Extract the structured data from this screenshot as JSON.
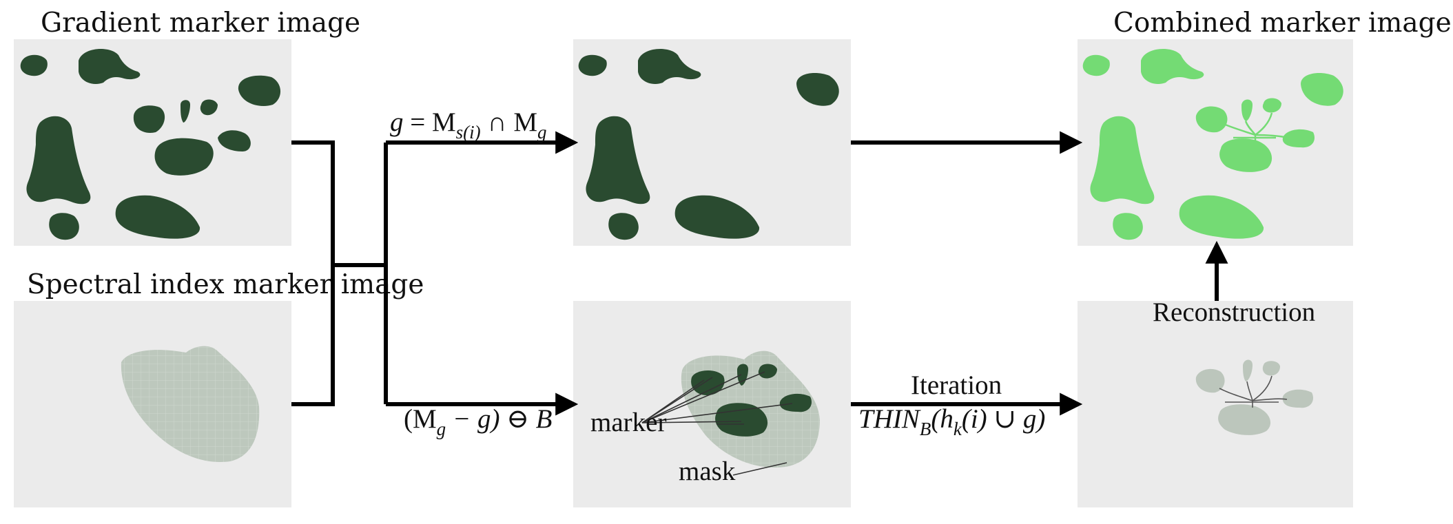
{
  "titles": {
    "gradient": "Gradient marker image",
    "spectral": "Spectral index marker image",
    "combined": "Combined marker image"
  },
  "labels": {
    "intersection": {
      "g": "g",
      "eq": " = M",
      "s_sub": "s(i)",
      "cap": " ∩ M",
      "g_sub": "g"
    },
    "erosion": {
      "open": "(M",
      "g_sub": "g",
      "rest": " − g) ⊖ B"
    },
    "iteration": "Iteration",
    "thin": {
      "name": "THIN",
      "b_sub": "B",
      "open": "(h",
      "k_sub": "k",
      "rest": "(i) ∪ g)"
    },
    "reconstruction": "Reconstruction",
    "marker": "marker",
    "mask": "mask"
  },
  "colors": {
    "panel": "#ebebeb",
    "dark_marker": "#2a4b30",
    "bright_marker": "#74db74",
    "mask": "#b9c6b9"
  }
}
